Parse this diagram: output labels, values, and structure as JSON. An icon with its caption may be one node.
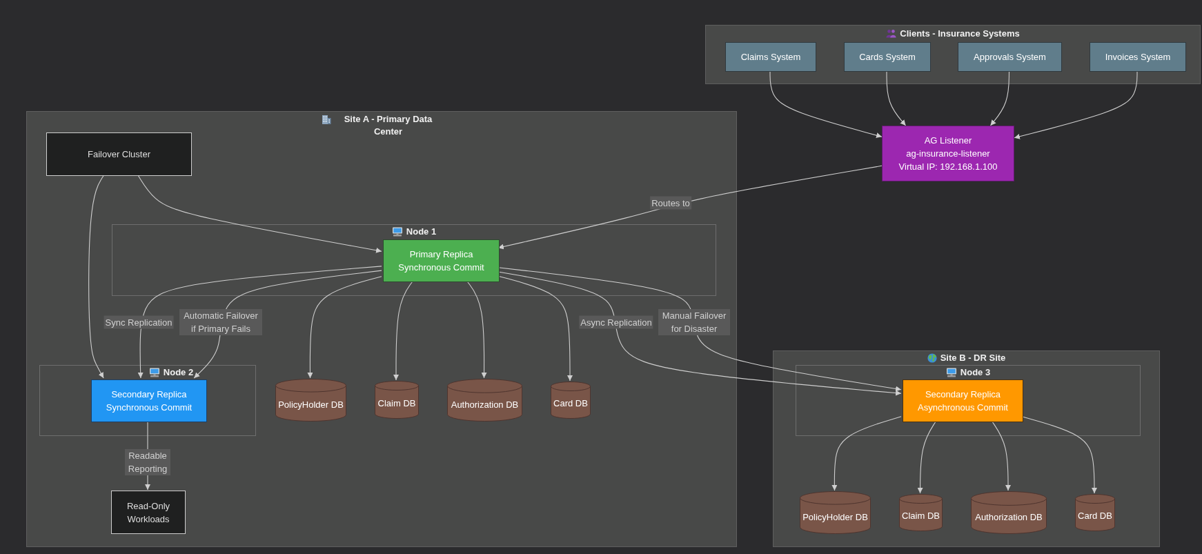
{
  "diagram": {
    "nodes": [
      {
        "text": [
          "Clients - Insurance Systems"
        ]
      },
      {
        "text": [
          "Claims System"
        ],
        "in": 0
      },
      {
        "text": [
          "Cards System"
        ],
        "in": 0
      },
      {
        "text": [
          "Approvals System"
        ],
        "in": 0
      },
      {
        "text": [
          "Invoices System"
        ],
        "in": 0
      },
      {
        "text": [
          "AG Listener",
          "ag-insurance-listener",
          "Virtual IP: 192.168.1.100"
        ]
      },
      {
        "text": [
          "Site A - Primary Data Center"
        ]
      },
      {
        "text": [
          "Failover Cluster"
        ],
        "in": 6
      },
      {
        "text": [
          "Node 1"
        ],
        "in": 6
      },
      {
        "text": [
          "Primary Replica",
          "Synchronous Commit"
        ],
        "in": 8
      },
      {
        "text": [
          "Node 2"
        ],
        "in": 6
      },
      {
        "text": [
          "Secondary Replica",
          "Synchronous Commit"
        ],
        "in": 10
      },
      {
        "text": [
          "Read-Only Workloads"
        ],
        "in": 6
      },
      {
        "text": [
          "PolicyHolder DB"
        ],
        "in": 6
      },
      {
        "text": [
          "Claim DB"
        ],
        "in": 6
      },
      {
        "text": [
          "Authorization DB"
        ],
        "in": 6
      },
      {
        "text": [
          "Card DB"
        ],
        "in": 6
      },
      {
        "text": [
          "Site B - DR Site"
        ]
      },
      {
        "text": [
          "Node 3"
        ],
        "in": 17
      },
      {
        "text": [
          "Secondary Replica",
          "Asynchronous Commit"
        ],
        "in": 18
      },
      {
        "text": [
          "PolicyHolder DB"
        ],
        "in": 17
      },
      {
        "text": [
          "Claim DB"
        ],
        "in": 17
      },
      {
        "text": [
          "Authorization DB"
        ],
        "in": 17
      },
      {
        "text": [
          "Card DB"
        ],
        "in": 17
      }
    ],
    "edges": [
      {
        "from": 1,
        "to": 5,
        "arrow": "to"
      },
      {
        "from": 2,
        "to": 5,
        "arrow": "to"
      },
      {
        "from": 3,
        "to": 5,
        "arrow": "to"
      },
      {
        "from": 4,
        "to": 5,
        "arrow": "to"
      },
      {
        "from": 5,
        "to": 9,
        "arrow": "to",
        "label": "Routes to"
      },
      {
        "from": 7,
        "to": 9,
        "arrow": "to"
      },
      {
        "from": 7,
        "to": 11,
        "arrow": "to"
      },
      {
        "from": 9,
        "to": 11,
        "arrow": "to",
        "label": "Sync Replication"
      },
      {
        "from": 9,
        "to": 11,
        "arrow": "to",
        "label": "Automatic Failover if Primary Fails"
      },
      {
        "from": 9,
        "to": 13,
        "arrow": "to"
      },
      {
        "from": 9,
        "to": 14,
        "arrow": "to"
      },
      {
        "from": 9,
        "to": 15,
        "arrow": "to"
      },
      {
        "from": 9,
        "to": 16,
        "arrow": "to"
      },
      {
        "from": 9,
        "to": 19,
        "arrow": "to",
        "label": "Async Replication"
      },
      {
        "from": 9,
        "to": 19,
        "arrow": "to",
        "label": "Manual Failover for Disaster"
      },
      {
        "from": 11,
        "to": 12,
        "arrow": "to",
        "label": "Readable Reporting"
      },
      {
        "from": 19,
        "to": 20,
        "arrow": "to"
      },
      {
        "from": 19,
        "to": 21,
        "arrow": "to"
      },
      {
        "from": 19,
        "to": 22,
        "arrow": "to"
      },
      {
        "from": 19,
        "to": 23,
        "arrow": "to"
      }
    ]
  }
}
